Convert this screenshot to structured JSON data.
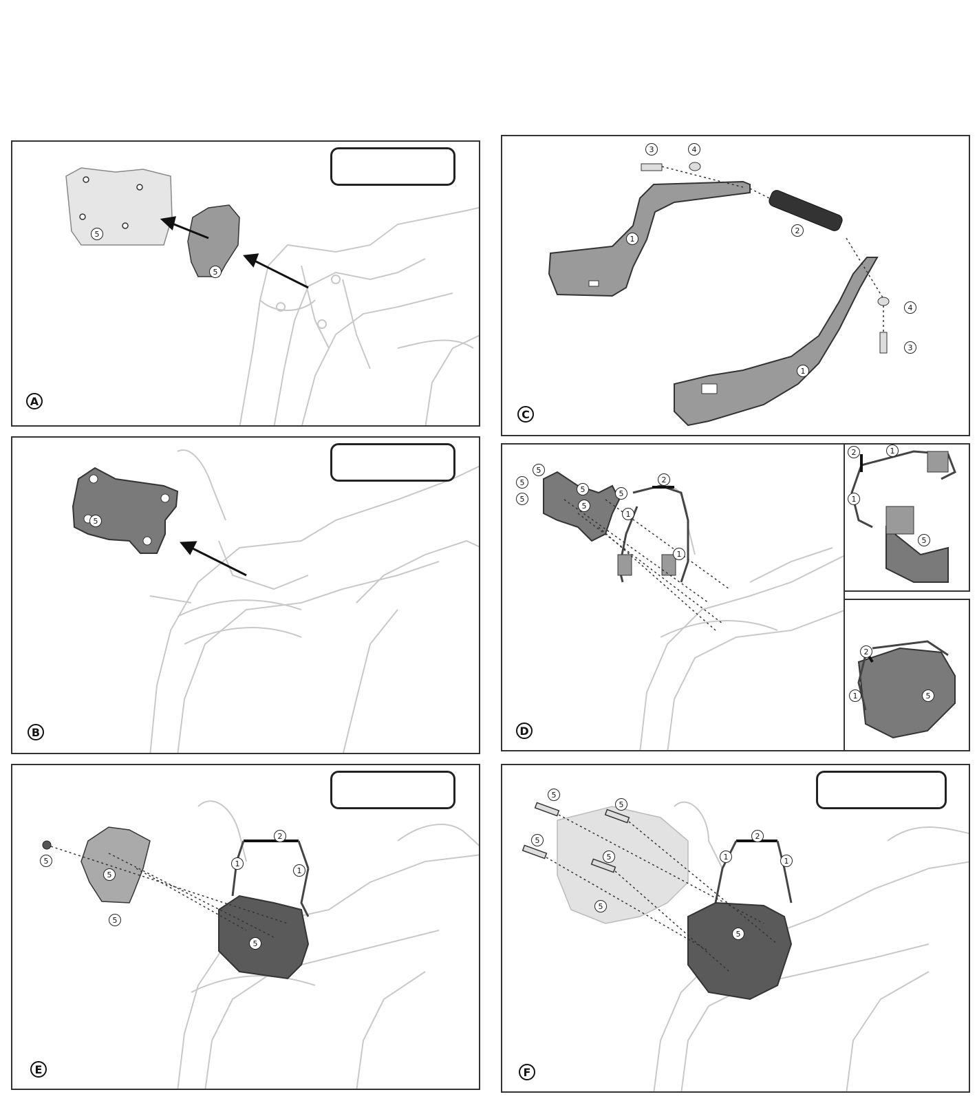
{
  "panels": {
    "a": {
      "letter": "A"
    },
    "b": {
      "letter": "B"
    },
    "c": {
      "letter": "C"
    },
    "d": {
      "letter": "D"
    },
    "e": {
      "letter": "E"
    },
    "f": {
      "letter": "F"
    }
  },
  "parts": {
    "p1": "1",
    "p2": "2",
    "p3": "3",
    "p4": "4",
    "p5": "5"
  },
  "colors": {
    "line": "#444444",
    "part_dark": "#5a5a5a",
    "part_mid": "#9a9a9a",
    "part_light": "#e6e6e6",
    "ghost": "#c8c8c8"
  }
}
